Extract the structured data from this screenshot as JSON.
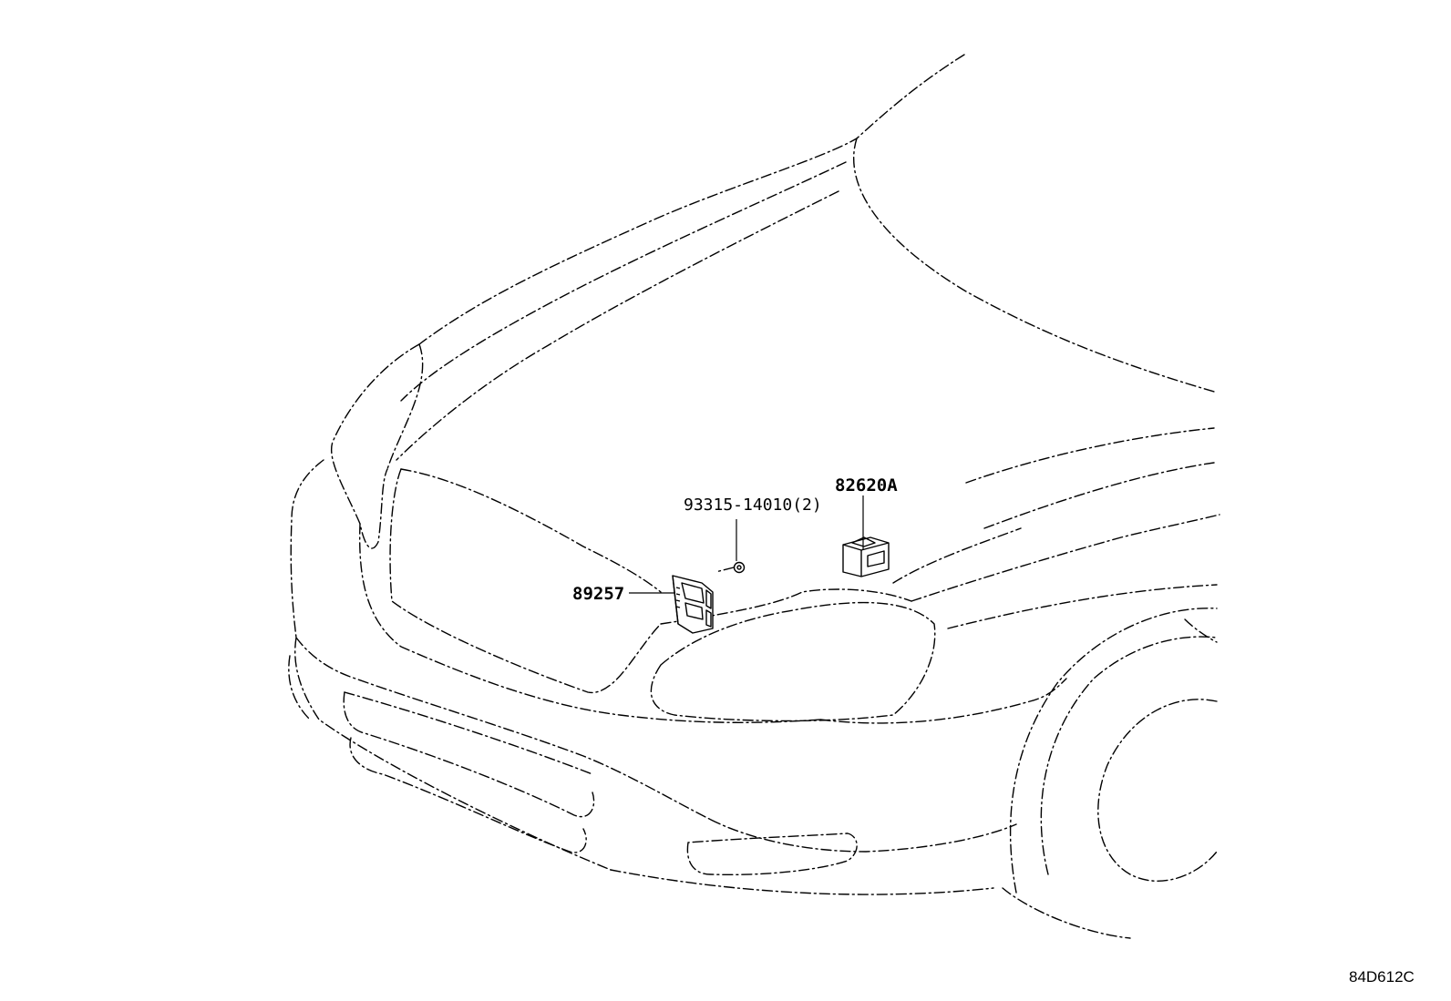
{
  "callouts": {
    "screw": "93315-14010(2)",
    "bracket": "89257",
    "block": "82620A"
  },
  "reference_code": "84D612C",
  "icons": {
    "car_body": "car-front-outline-icon",
    "bracket_part": "relay-bracket-icon",
    "screw_part": "screw-icon",
    "block_part": "junction-block-icon"
  }
}
